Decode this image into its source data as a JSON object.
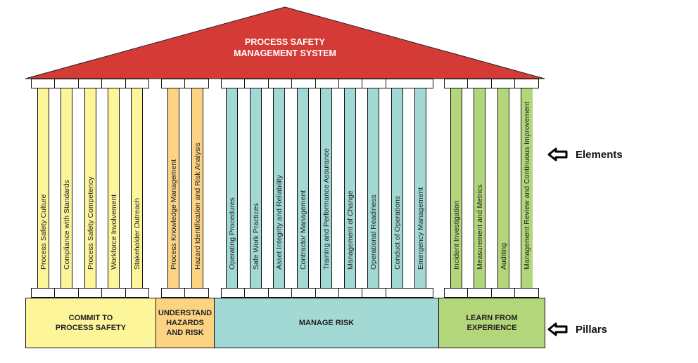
{
  "title": {
    "line1": "PROCESS SAFETY",
    "line2": "MANAGEMENT SYSTEM"
  },
  "colors": {
    "roof": "#d43a36",
    "commit": "#fdf59a",
    "understand": "#fbd383",
    "manage": "#a2d9d4",
    "learn": "#b3d67a"
  },
  "pillars": [
    {
      "key": "commit",
      "label": "COMMIT TO\nPROCESS SAFETY",
      "elements": [
        "Process Safety Culture",
        "Compliance with Standards",
        "Process Safety Competency",
        "Workforce Involvement",
        "Stakeholder Outreach"
      ]
    },
    {
      "key": "understand",
      "label": "UNDERSTAND\nHAZARDS\nAND RISK",
      "elements": [
        "Process Knowledge Management",
        "Hazard Identification and Risk Analysis"
      ]
    },
    {
      "key": "manage",
      "label": "MANAGE RISK",
      "elements": [
        "Operating Procedures",
        "Safe Work Practices",
        "Asset Integrity and Reliability",
        "Contractor Management",
        "Training and Performance Assurance",
        "Management of Change",
        "Operational Readiness",
        "Conduct of Operations",
        "Emergency Management"
      ]
    },
    {
      "key": "learn",
      "label": "LEARN FROM\nEXPERIENCE",
      "elements": [
        "Incident Investigation",
        "Measurement and Metrics",
        "Auditing",
        "Management Review and Continuous Improvement"
      ]
    }
  ],
  "annotations": {
    "elements_label": "Elements",
    "pillars_label": "Pillars",
    "arrow_icon": "left-arrow-outline-icon"
  }
}
